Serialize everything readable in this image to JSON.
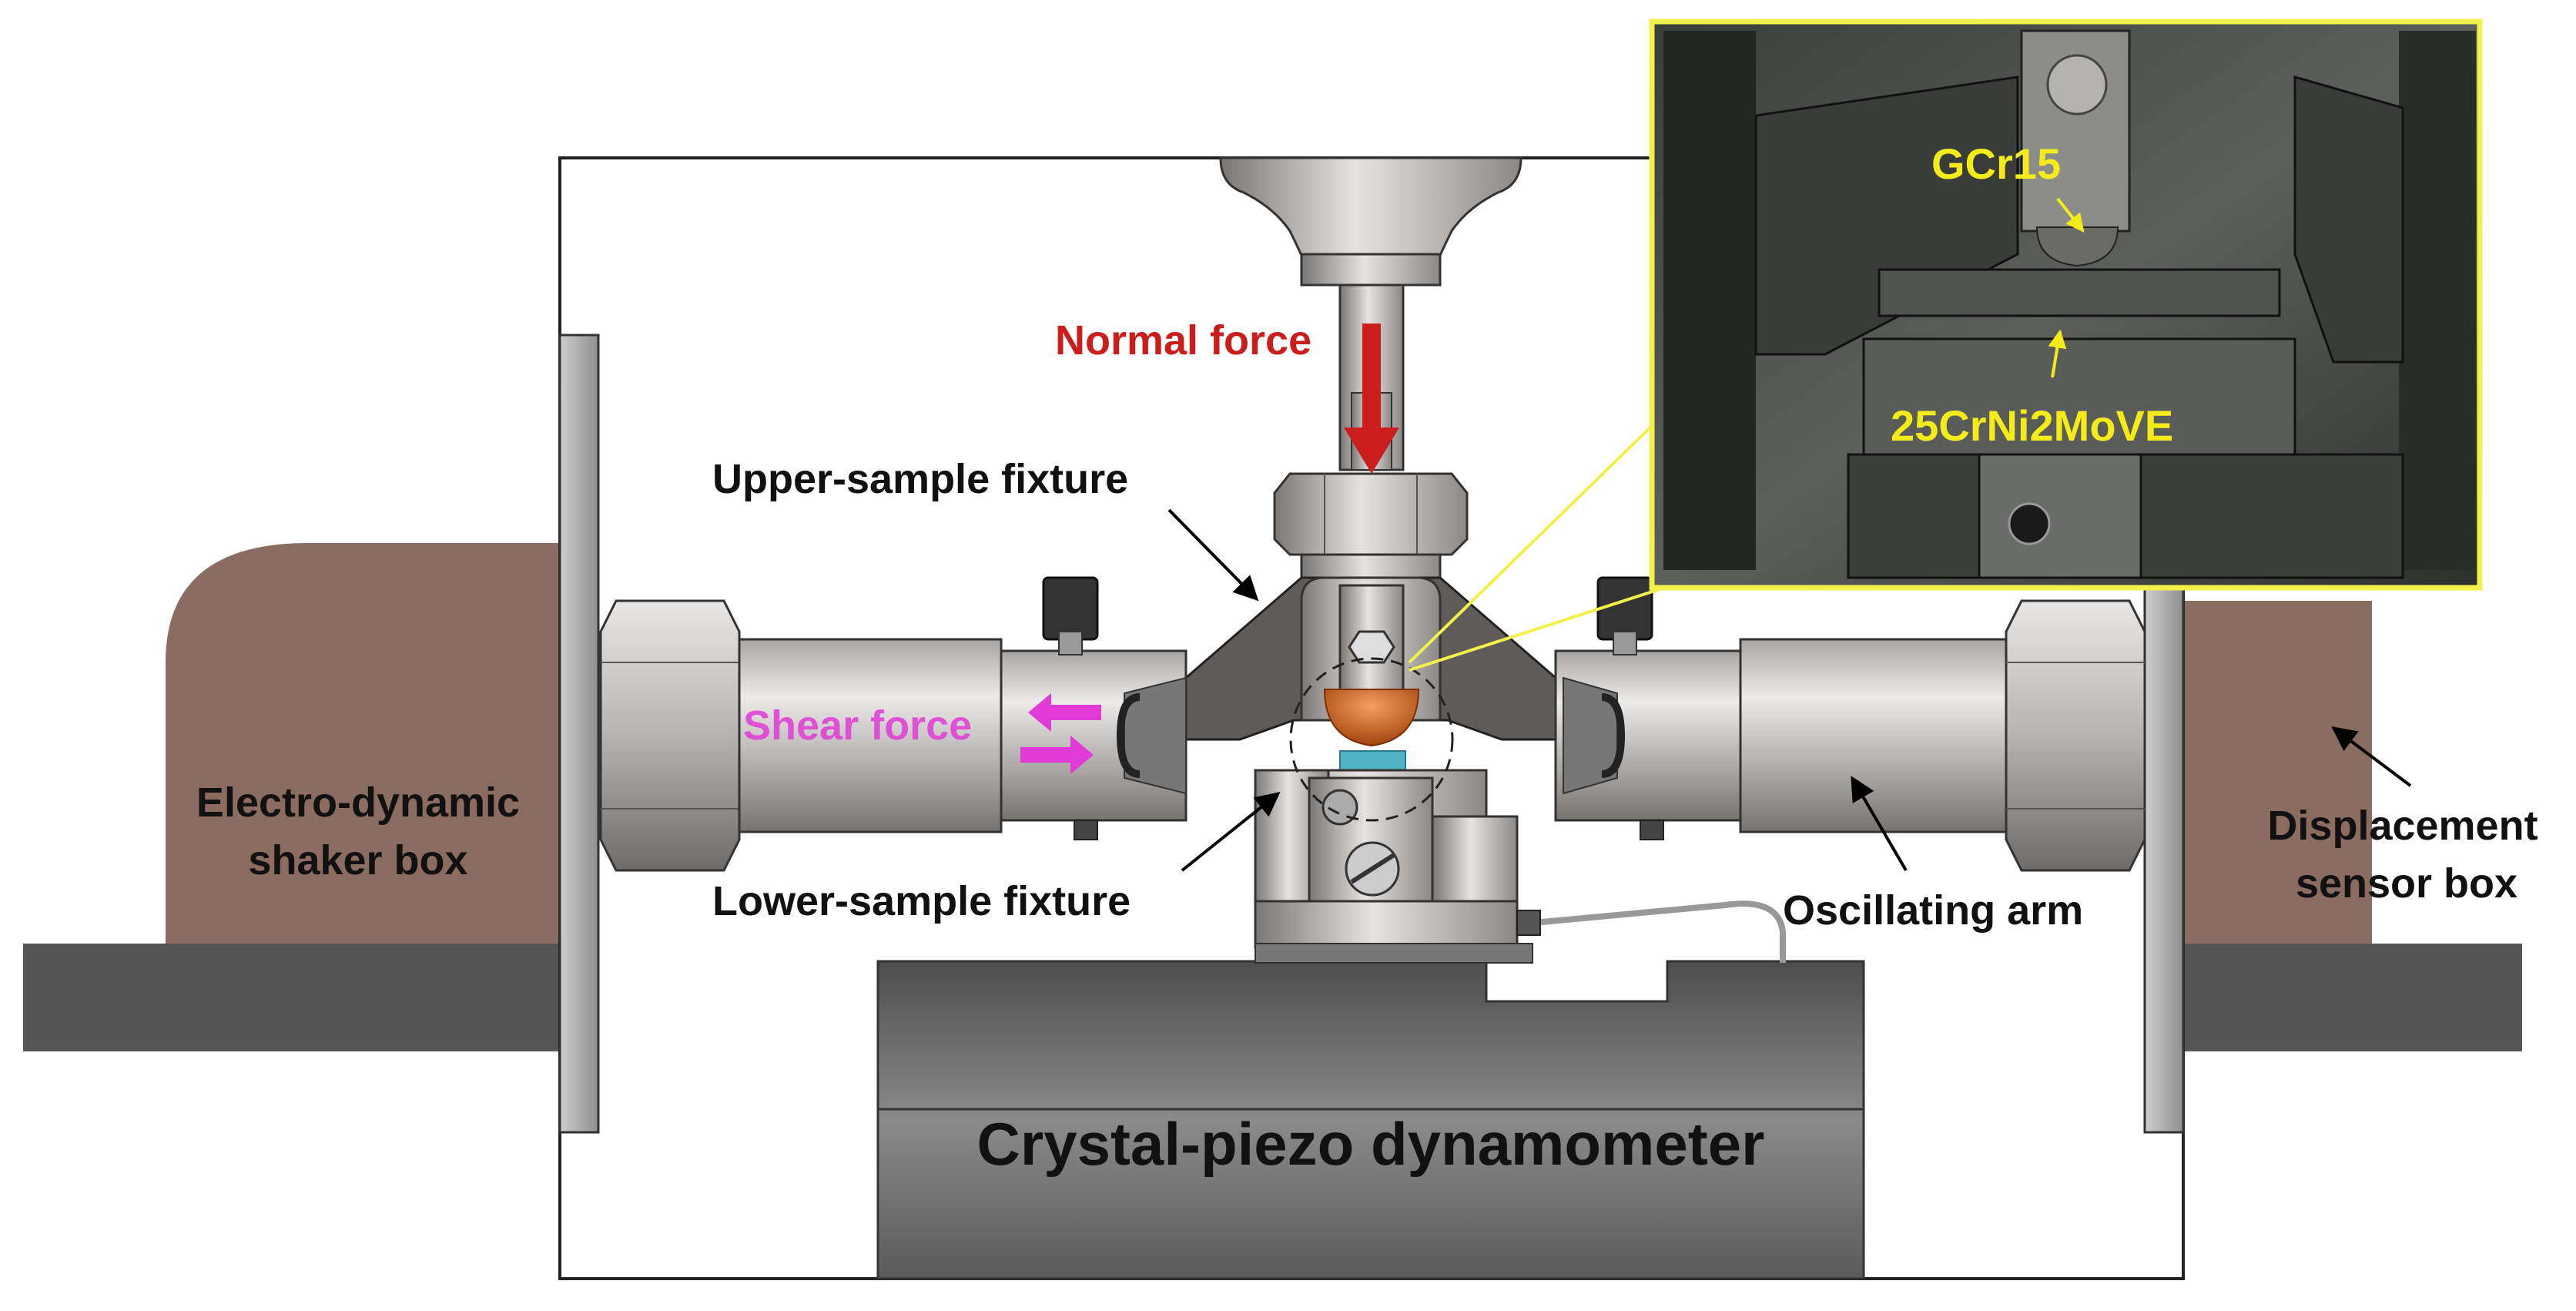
{
  "labels": {
    "normal_force": "Normal force",
    "upper_fixture": "Upper-sample fixture",
    "shear_force": "Shear force",
    "lower_fixture": "Lower-sample fixture",
    "shaker_line1": "Electro-dynamic",
    "shaker_line2": "shaker box",
    "oscillating_arm": "Oscillating arm",
    "sensor_line1": "Displacement",
    "sensor_line2": "sensor box",
    "dynamometer": "Crystal-piezo dynamometer",
    "inset_ball": "GCr15",
    "inset_specimen": "25CrNi2MoVE"
  },
  "colors": {
    "box_brown": "#8a6d60",
    "base_gray": "#555555",
    "metal_light": "#d8d4d1",
    "metal_mid": "#a39f9c",
    "metal_dark": "#5f5b59",
    "normal_force": "#cc1d1d",
    "shear_force": "#e23ad6",
    "inset_border": "#f2f04a",
    "inset_text": "#f4ec18",
    "ball": "#c85a16",
    "specimen": "#4fb3c4"
  }
}
